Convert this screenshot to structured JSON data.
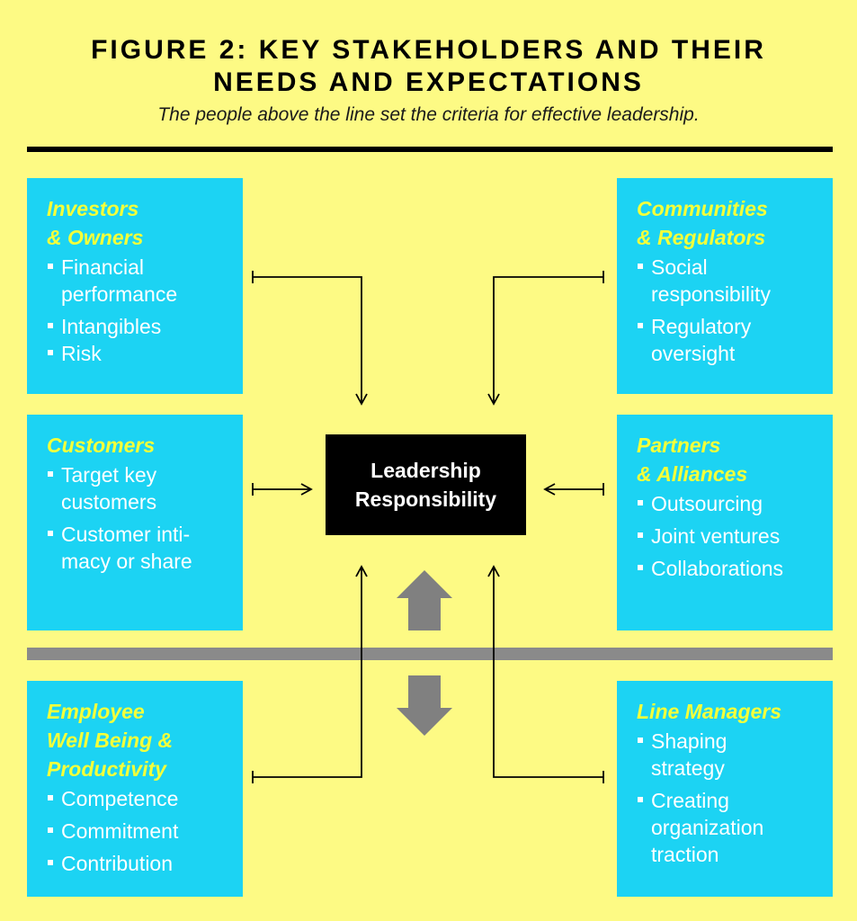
{
  "header": {
    "title_line1": "FIGURE 2: KEY STAKEHOLDERS AND THEIR",
    "title_line2": "NEEDS AND EXPECTATIONS",
    "subtitle": "The people above the line set the criteria for effective leadership."
  },
  "center": {
    "line1": "Leadership",
    "line2": "Responsibility"
  },
  "stakeholders": {
    "investors": {
      "title": "Investors\n& Owners",
      "items": [
        "Financial\nperformance",
        "Intangibles",
        "Risk"
      ]
    },
    "customers": {
      "title": "Customers",
      "items": [
        "Target key\ncustomers",
        "Customer inti-\nmacy or share"
      ]
    },
    "employee": {
      "title": "Employee\nWell Being &\nProductivity",
      "items": [
        "Competence",
        "Commitment",
        "Contribution"
      ]
    },
    "communities": {
      "title": "Communities\n& Regulators",
      "items": [
        "Social\nresponsibility",
        "Regulatory\noversight"
      ]
    },
    "partners": {
      "title": "Partners\n& Alliances",
      "items": [
        "Outsourcing",
        "Joint ventures",
        "Collaborations"
      ]
    },
    "line_managers": {
      "title": "Line Managers",
      "items": [
        "Shaping\nstrategy",
        "Creating\norganization\ntraction"
      ]
    }
  },
  "colors": {
    "background": "#FDFA84",
    "box": "#1CD3F3",
    "box_title": "#F4FF3A",
    "center": "#000000",
    "divider": "#8A8A8A",
    "big_arrow": "#808080"
  }
}
